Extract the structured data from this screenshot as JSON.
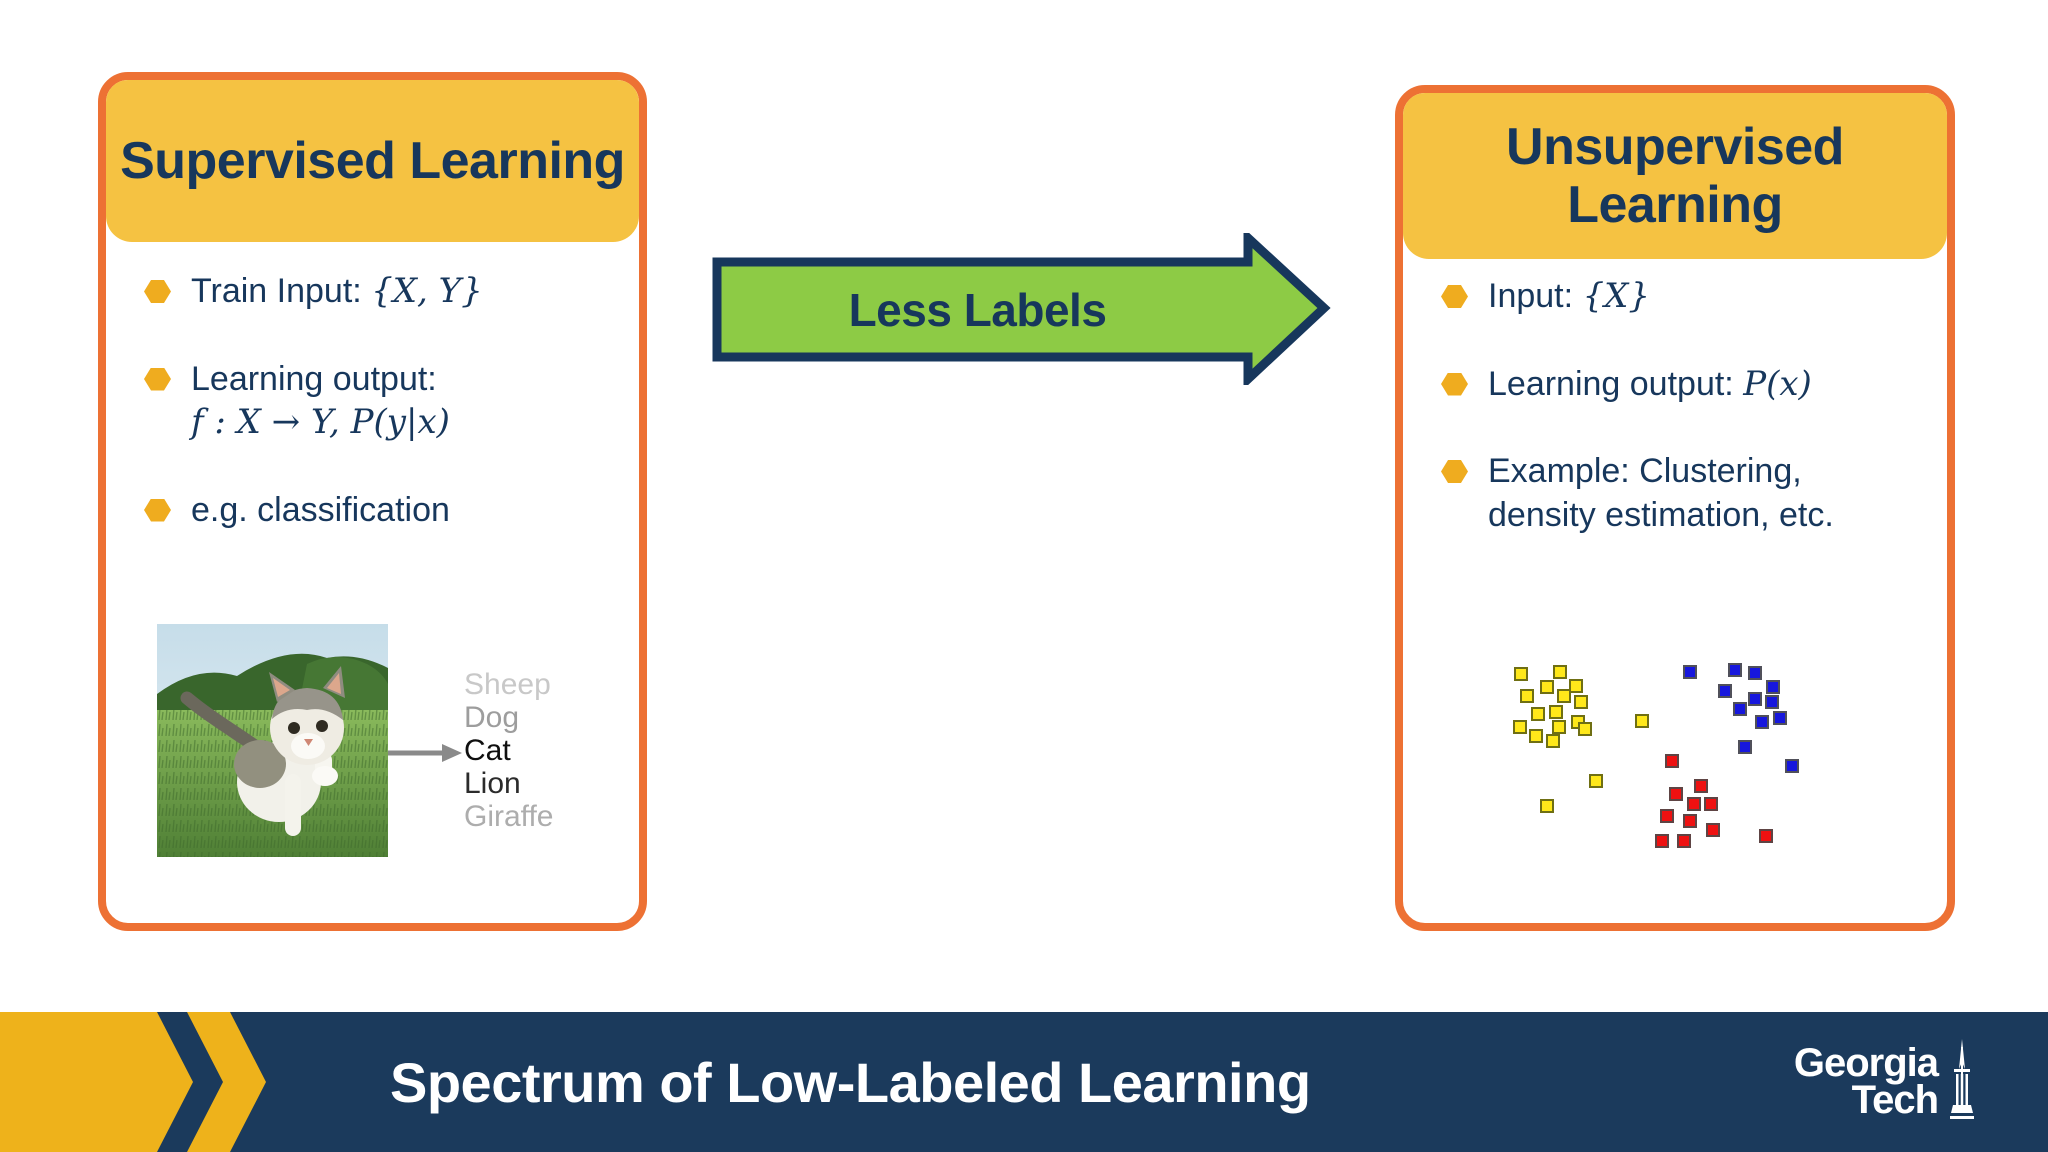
{
  "colors": {
    "navy_text": "#17375C",
    "panel_border_orange": "#ED7134",
    "panel_header_yellow": "#F5C242",
    "bullet_hexagon_gold": "#EFAC1F",
    "arrow_green": "#8DCB45",
    "arrow_outline_navy": "#17375C",
    "footer_navy": "#1B3A5C",
    "footer_gold": "#EEB21B"
  },
  "supervised_box": {
    "title": "Supervised Learning",
    "bullets": [
      {
        "prefix": "Train Input: ",
        "math": "{X, Y}"
      },
      {
        "prefix": "Learning output:",
        "math_line2": "f : X  → Y, P(y|x)"
      },
      {
        "prefix": "e.g. classification"
      }
    ],
    "classification_labels": [
      {
        "text": "Sheep",
        "color": "#c8c8c8"
      },
      {
        "text": "Dog",
        "color": "#9d9d9d"
      },
      {
        "text": "Cat",
        "color": "#0f0f0f"
      },
      {
        "text": "Lion",
        "color": "#2b2b2b"
      },
      {
        "text": "Giraffe",
        "color": "#adadad"
      }
    ]
  },
  "transition_arrow": {
    "label": "Less Labels"
  },
  "unsupervised_box": {
    "title": "Unsupervised Learning",
    "bullets": [
      {
        "prefix": "Input: ",
        "math": "{X}"
      },
      {
        "prefix": "Learning output: ",
        "math": "P(x)"
      },
      {
        "prefix": "Example: Clustering,",
        "line2": "density estimation, etc."
      }
    ]
  },
  "scatter_plot": {
    "type": "scatter",
    "clusters": [
      {
        "name": "yellow-cluster",
        "fill": "#ffe81a",
        "border": "#6f6f13",
        "points": [
          [
            12,
            14.3
          ],
          [
            23.6,
            13.5
          ],
          [
            19.6,
            19.7
          ],
          [
            28.2,
            19.2
          ],
          [
            13.7,
            23.2
          ],
          [
            24.6,
            23.5
          ],
          [
            29.7,
            25.8
          ],
          [
            17.2,
            30.7
          ],
          [
            22.4,
            29.9
          ],
          [
            11.9,
            36.3
          ],
          [
            23.3,
            36.4
          ],
          [
            28.8,
            34.3
          ],
          [
            31,
            37.2
          ],
          [
            16.6,
            40
          ],
          [
            21.5,
            42.2
          ],
          [
            47.7,
            33.9
          ],
          [
            34.2,
            58.6
          ],
          [
            19.7,
            69.2
          ]
        ]
      },
      {
        "name": "blue-cluster",
        "fill": "#1717dd",
        "border": "#50505a",
        "points": [
          [
            61.7,
            13.2
          ],
          [
            75,
            12.6
          ],
          [
            81,
            13.6
          ],
          [
            72.1,
            21.1
          ],
          [
            86.1,
            19.6
          ],
          [
            80.9,
            24.6
          ],
          [
            76.4,
            28.6
          ],
          [
            85.8,
            25.7
          ],
          [
            83,
            34
          ],
          [
            88.1,
            32.4
          ],
          [
            78,
            44.6
          ],
          [
            91.9,
            52.4
          ]
        ]
      },
      {
        "name": "red-cluster",
        "fill": "#ee1111",
        "border": "#5e4444",
        "points": [
          [
            56.6,
            50.3
          ],
          [
            65.1,
            61
          ],
          [
            57.6,
            64.2
          ],
          [
            62.9,
            68.5
          ],
          [
            67.9,
            68.2
          ],
          [
            55.1,
            73.5
          ],
          [
            61.8,
            75.5
          ],
          [
            68.4,
            79
          ],
          [
            53.6,
            83.6
          ],
          [
            60.1,
            83.8
          ],
          [
            84.2,
            81.8
          ]
        ]
      }
    ]
  },
  "footer": {
    "title": "Spectrum of Low-Labeled Learning",
    "logo_line1": "Georgia",
    "logo_line2": "Tech"
  }
}
